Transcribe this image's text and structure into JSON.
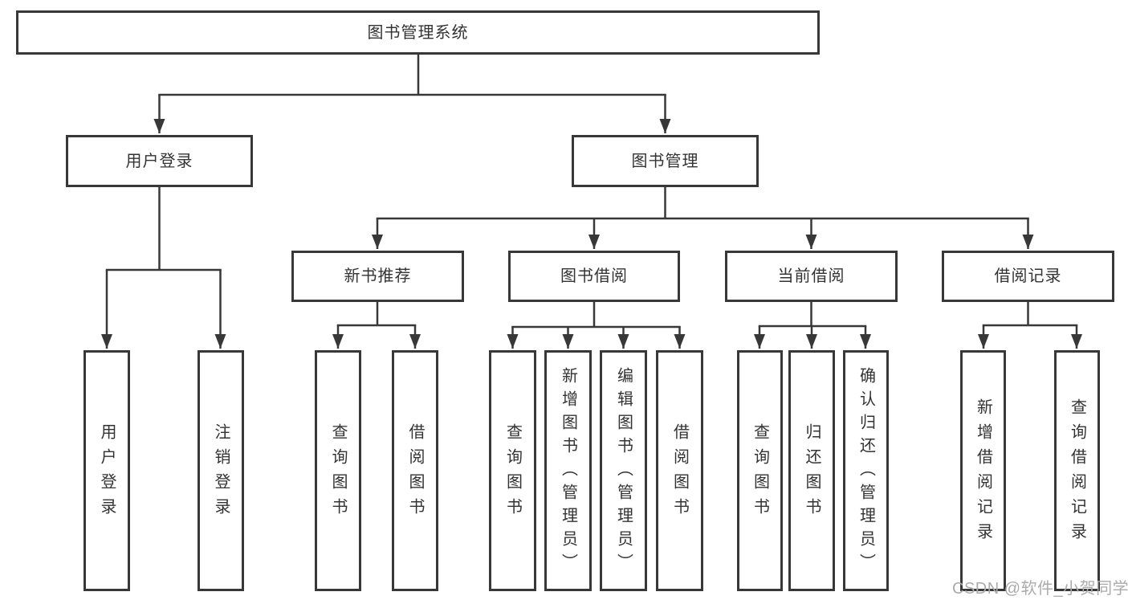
{
  "diagram": {
    "root": {
      "label": "图书管理系统"
    },
    "level1": [
      {
        "label": "用户登录",
        "children": [
          {
            "label": "用户登录"
          },
          {
            "label": "注销登录"
          }
        ]
      },
      {
        "label": "图书管理",
        "children": [
          {
            "label": "新书推荐",
            "children": [
              {
                "label": "查询图书"
              },
              {
                "label": "借阅图书"
              }
            ]
          },
          {
            "label": "图书借阅",
            "children": [
              {
                "label": "查询图书"
              },
              {
                "label": "新增图书（管理员）"
              },
              {
                "label": "编辑图书（管理员）"
              },
              {
                "label": "借阅图书"
              }
            ]
          },
          {
            "label": "当前借阅",
            "children": [
              {
                "label": "查询图书"
              },
              {
                "label": "归还图书"
              },
              {
                "label": "确认归还（管理员）"
              }
            ]
          },
          {
            "label": "借阅记录",
            "children": [
              {
                "label": "新增借阅记录"
              },
              {
                "label": "查询借阅记录"
              }
            ]
          }
        ]
      }
    ]
  },
  "watermark": {
    "text": "CSDN @软件_小贺同学"
  },
  "colors": {
    "line": "#383838",
    "text": "#333333",
    "watermark": "#ababab",
    "background": "#ffffff"
  }
}
